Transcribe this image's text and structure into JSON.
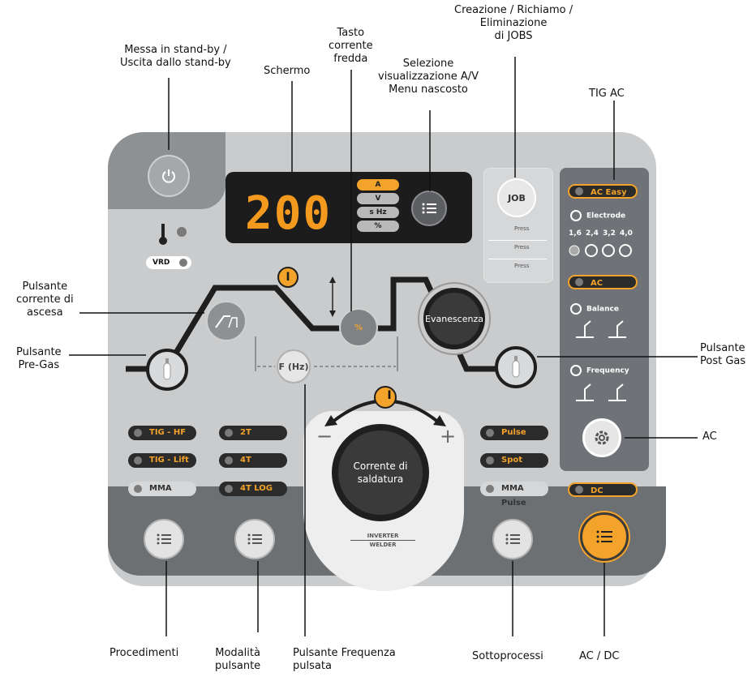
{
  "callouts": {
    "standby": "Messa in stand-by /\nUscita dallo stand-by",
    "screen": "Schermo",
    "cold_current": "Tasto\ncorrente\nfredda",
    "display_select": "Selezione\nvisualizzazione A/V\nMenu nascosto",
    "jobs": "Creazione / Richiamo /\nEliminazione\ndi JOBS",
    "tig_ac": "TIG AC",
    "rise_current": "Pulsante\ncorrente di\nascesa",
    "pre_gas": "Pulsante\nPre-Gas",
    "post_gas": "Pulsante\nPost Gas",
    "ac": "AC",
    "processes": "Procedimenti",
    "mode": "Modalità\npulsante",
    "pulse_freq": "Pulsante Frequenza\npulsata",
    "subprocesses": "Sottoprocessi",
    "ac_dc": "AC / DC"
  },
  "display": {
    "value": "200",
    "units": [
      "A",
      "V",
      "s  Hz",
      "%"
    ]
  },
  "panel": {
    "vrd": "VRD",
    "job": "JOB",
    "press_labels": [
      "Press",
      "Press",
      "Press"
    ],
    "evanescenza": "Evanescenza",
    "freq_button": "F (Hz)",
    "current_marker": "I",
    "cold_marker": "%",
    "welding_current": "Corrente di\nsaldatura",
    "minus": "−",
    "plus": "+",
    "inverter": "INVERTER",
    "welder": "WELDER"
  },
  "process_pills": [
    "TIG - HF",
    "TIG - Lift",
    "MMA"
  ],
  "mode_pills": [
    "2T",
    "4T",
    "4T LOG"
  ],
  "sub_pills": [
    "Pulse",
    "Spot",
    "MMA Pulse"
  ],
  "right": {
    "ac_easy": "AC Easy",
    "electrode": "Electrode",
    "sizes": [
      "1,6",
      "2,4",
      "3,2",
      "4,0"
    ],
    "ac": "AC",
    "balance": "Balance",
    "frequency": "Frequency",
    "dc": "DC"
  },
  "colors": {
    "accent": "#f3a22a",
    "panel": "#c9cbcd",
    "dark": "#2b2b2b"
  }
}
